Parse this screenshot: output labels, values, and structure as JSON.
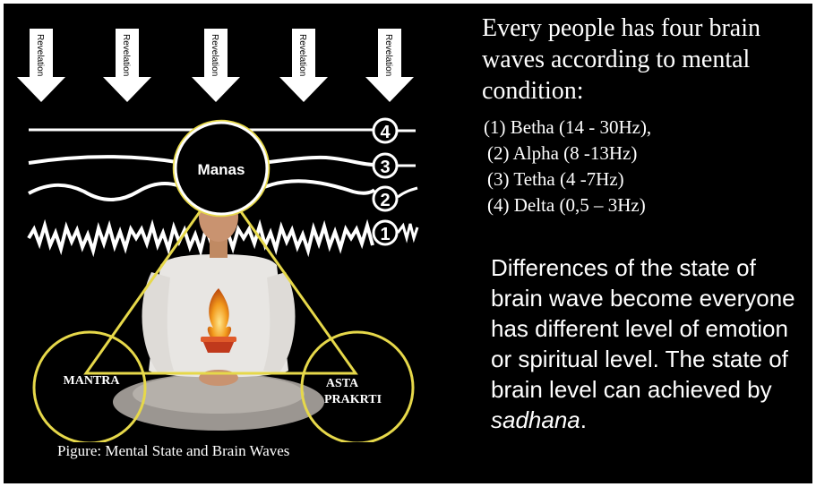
{
  "figure": {
    "revelation_label": "Revelation",
    "arrow_count": 5,
    "manas_label": "Manas",
    "mantra_label": "MANTRA",
    "asta_label_line1": "ASTA",
    "asta_label_line2": "PRAKRTI",
    "wave_numbers": [
      "4",
      "3",
      "2",
      "1"
    ],
    "caption": "Pigure: Mental State and Brain Waves",
    "colors": {
      "triangle": "#e6d84a",
      "waves": "#ffffff",
      "background": "#000000"
    }
  },
  "text": {
    "intro": "Every people has four brain waves according to mental condition:",
    "waves": [
      "(1)  Betha (14 - 30Hz),",
      "(2) Alpha (8 -13Hz)",
      "(3) Tetha (4 -7Hz)",
      "(4) Delta (0,5 – 3Hz)"
    ],
    "summary_pre": "Differences of the state of brain wave become everyone has different level of emotion or spiritual level.  The state of brain level can achieved by ",
    "summary_em": "sadhana",
    "summary_post": "."
  }
}
